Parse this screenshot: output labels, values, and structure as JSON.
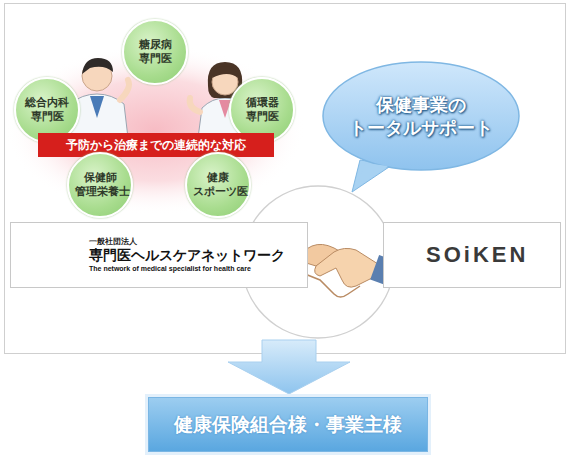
{
  "diagram": {
    "nodes": [
      {
        "text": [
          "糖尿病 専門医"
        ]
      },
      {
        "text": [
          "総合内科 専門医"
        ]
      },
      {
        "text": [
          "循環器 専門医"
        ]
      },
      {
        "text": [
          "予防から治療までの連続的な対応"
        ]
      },
      {
        "text": [
          "保健師 管理栄養士"
        ]
      },
      {
        "text": [
          "健康 スポーツ医"
        ]
      },
      {
        "text": [
          "保健事業の トータルサポート"
        ]
      },
      {
        "text": [
          "一般社団法人",
          "専門医ヘルスケアネットワーク",
          "The network of medical specialist for health care"
        ]
      },
      {
        "text": [
          "SOiKEN"
        ]
      },
      {
        "text": [
          "健康保険組合様・事業主様"
        ]
      }
    ]
  }
}
